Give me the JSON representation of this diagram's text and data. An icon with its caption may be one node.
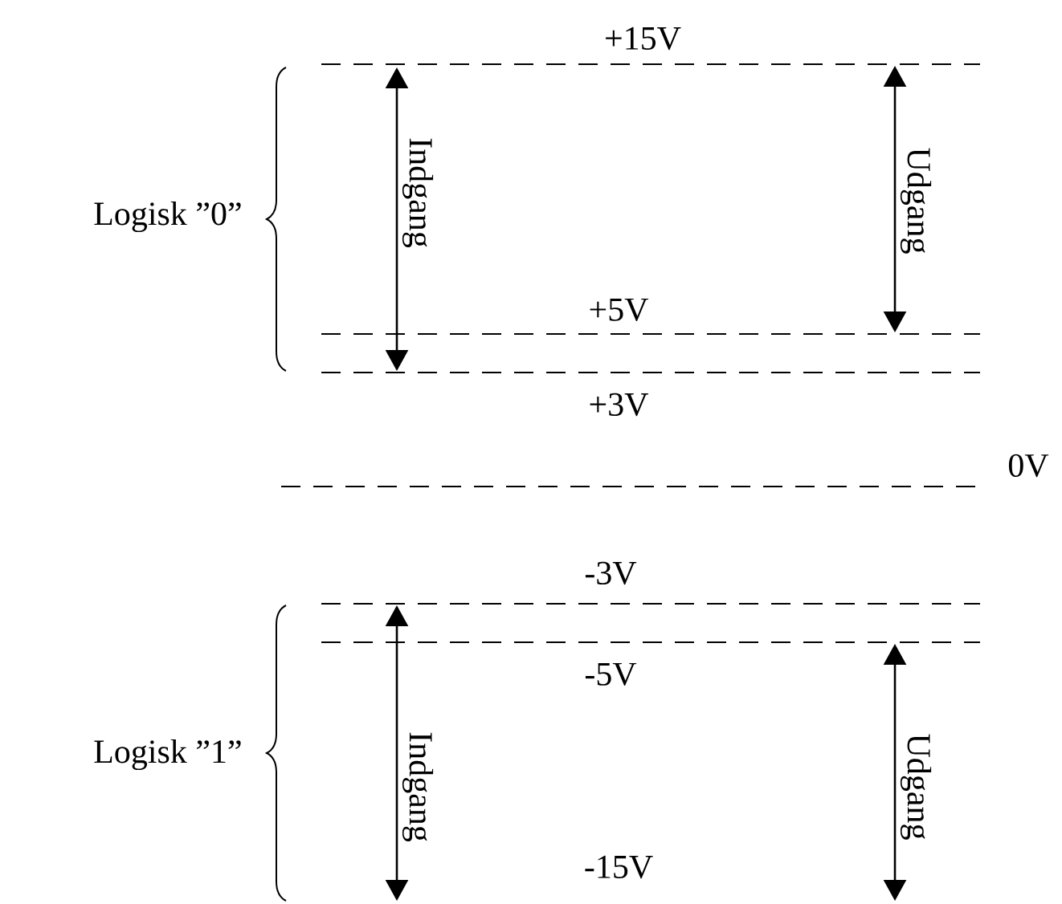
{
  "diagram": {
    "labels": [
      "+15V",
      "Logisk ”0”",
      "Indgang",
      "Udgang",
      "+5V",
      "+3V",
      "0V",
      "-3V",
      "-5V",
      "Logisk ”1”",
      "Indgang",
      "Udgang",
      "-15V"
    ]
  }
}
